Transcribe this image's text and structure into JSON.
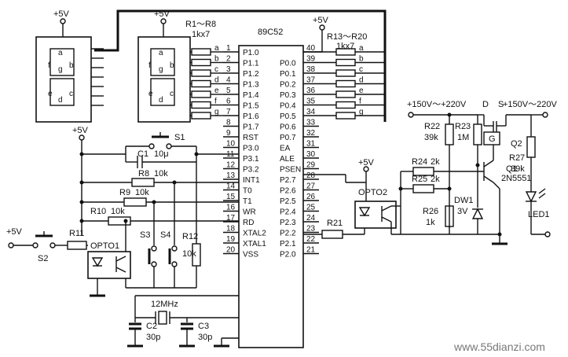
{
  "ic": {
    "name": "89C52",
    "pins_left": [
      {
        "num": "1",
        "label": "P1.0"
      },
      {
        "num": "2",
        "label": "P1.1"
      },
      {
        "num": "3",
        "label": "P1.2"
      },
      {
        "num": "4",
        "label": "P1.3"
      },
      {
        "num": "5",
        "label": "P1.4"
      },
      {
        "num": "6",
        "label": "P1.5"
      },
      {
        "num": "7",
        "label": "P1.6"
      },
      {
        "num": "8",
        "label": "P1.7"
      },
      {
        "num": "9",
        "label": "RST"
      },
      {
        "num": "10",
        "label": "P3.0"
      },
      {
        "num": "11",
        "label": "P3.1"
      },
      {
        "num": "12",
        "label": "P3.2"
      },
      {
        "num": "13",
        "label": "INT1"
      },
      {
        "num": "14",
        "label": "T0"
      },
      {
        "num": "15",
        "label": "T1"
      },
      {
        "num": "16",
        "label": "WR"
      },
      {
        "num": "17",
        "label": "RD"
      },
      {
        "num": "18",
        "label": "XTAL2"
      },
      {
        "num": "19",
        "label": "XTAL1"
      },
      {
        "num": "20",
        "label": "VSS"
      }
    ],
    "pins_right": [
      {
        "num": "40",
        "label": ""
      },
      {
        "num": "39",
        "label": "P0.0"
      },
      {
        "num": "38",
        "label": "P0.1"
      },
      {
        "num": "37",
        "label": "P0.2"
      },
      {
        "num": "36",
        "label": "P0.3"
      },
      {
        "num": "35",
        "label": "P0.4"
      },
      {
        "num": "34",
        "label": "P0.5"
      },
      {
        "num": "33",
        "label": "P0.6"
      },
      {
        "num": "32",
        "label": "P0.7"
      },
      {
        "num": "31",
        "label": "EA"
      },
      {
        "num": "30",
        "label": "ALE"
      },
      {
        "num": "29",
        "label": "PSEN"
      },
      {
        "num": "28",
        "label": "P2.7"
      },
      {
        "num": "27",
        "label": "P2.6"
      },
      {
        "num": "26",
        "label": "P2.5"
      },
      {
        "num": "25",
        "label": "P2.4"
      },
      {
        "num": "24",
        "label": "P2.3"
      },
      {
        "num": "23",
        "label": "P2.2"
      },
      {
        "num": "22",
        "label": "P2.1"
      },
      {
        "num": "21",
        "label": "P2.0"
      }
    ]
  },
  "segments": [
    "a",
    "b",
    "c",
    "d",
    "e",
    "f",
    "g"
  ],
  "display_segments": [
    "a",
    "f",
    "b",
    "g",
    "e",
    "c",
    "d"
  ],
  "labels": {
    "vcc": "+5V",
    "r1_r8": "R1～R8",
    "r13_r20": "R13～R20",
    "rnet": "1kx7",
    "s1": "S1",
    "c1": "C1",
    "c1_val": "10μ",
    "r8": "R8",
    "r8_val": "10k",
    "r9": "R9",
    "r9_val": "10k",
    "r10": "R10",
    "r10_val": "10k",
    "r11": "R11",
    "s2": "S2",
    "opto1": "OPTO1",
    "s3": "S3",
    "s4": "S4",
    "r12": "R12",
    "r12_val": "10k",
    "xtal": "12MHz",
    "c2": "C2",
    "c2_val": "30p",
    "c3": "C3",
    "c3_val": "30p",
    "opto2": "OPTO2",
    "r21": "R21",
    "r22": "R22",
    "r22_val": "39k",
    "r23": "R23",
    "r23_val": "1M",
    "r24": "R24",
    "r24_val": "2k",
    "r25": "R25",
    "r25_val": "2k",
    "r26": "R26",
    "r26_val": "1k",
    "dw1": "DW1",
    "dw1_val": "3V",
    "q1": "Q1",
    "q1_val": "2N5551",
    "q2": "Q2",
    "q2_d": "D",
    "q2_s": "S",
    "q2_g": "G",
    "r27": "R27",
    "r27_val": "39k",
    "led1": "LED1",
    "hv1": "+150V～+220V",
    "hv2": "+150V～220V"
  },
  "watermark": "www.55dianzi.com"
}
